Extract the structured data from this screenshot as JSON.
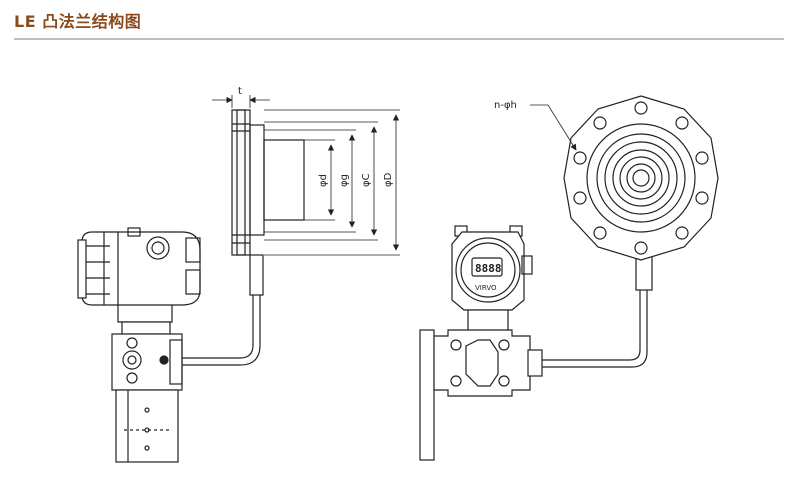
{
  "header": {
    "title": "LE 凸法兰结构图"
  },
  "flange_section": {
    "dim_t": "t",
    "dim_d": "φd",
    "dim_g": "φg",
    "dim_C": "φC",
    "dim_D": "φD"
  },
  "flange_front": {
    "hole_label": "n-φh"
  },
  "transmitter_right": {
    "display_digits": "8888",
    "brand": "VIRVO"
  }
}
